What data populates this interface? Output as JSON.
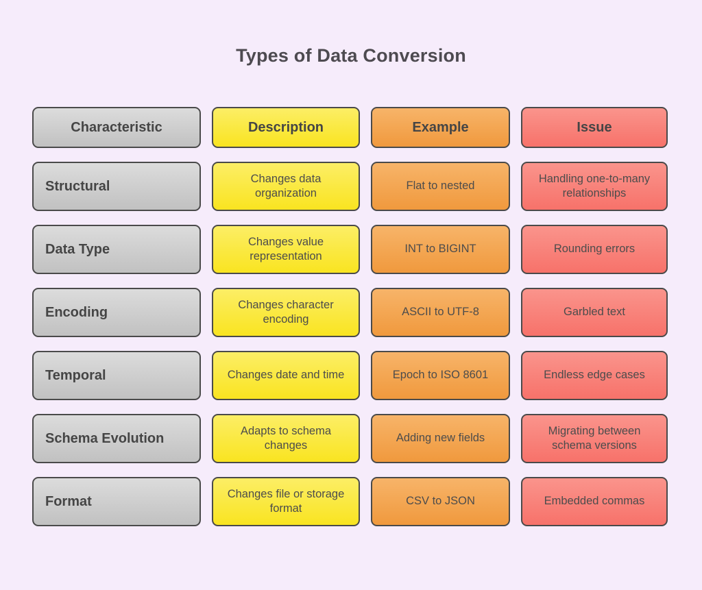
{
  "title": "Types of Data Conversion",
  "table": {
    "headers": [
      {
        "label": "Characteristic",
        "color": "gray"
      },
      {
        "label": "Description",
        "color": "yellow"
      },
      {
        "label": "Example",
        "color": "orange"
      },
      {
        "label": "Issue",
        "color": "red"
      }
    ],
    "rows": [
      {
        "characteristic": "Structural",
        "description": "Changes data organization",
        "example": "Flat to nested",
        "issue": "Handling one-to-many relationships"
      },
      {
        "characteristic": "Data Type",
        "description": "Changes value representation",
        "example": "INT to BIGINT",
        "issue": "Rounding errors"
      },
      {
        "characteristic": "Encoding",
        "description": "Changes character encoding",
        "example": "ASCII to UTF-8",
        "issue": "Garbled text"
      },
      {
        "characteristic": "Temporal",
        "description": "Changes date and time",
        "example": "Epoch to ISO 8601",
        "issue": "Endless edge cases"
      },
      {
        "characteristic": "Schema Evolution",
        "description": "Adapts to schema changes",
        "example": "Adding new fields",
        "issue": "Migrating between schema versions"
      },
      {
        "characteristic": "Format",
        "description": "Changes file or storage format",
        "example": "CSV to JSON",
        "issue": "Embedded commas"
      }
    ]
  },
  "colors": {
    "background": "#f6ecfb",
    "title_text": "#4d4a50",
    "header_text": "#454545",
    "cell_text": "#4c4c4c",
    "border": "#4a4a4a",
    "gray_top": "#dcdcdc",
    "gray_bottom": "#c1c1c1",
    "yellow_top": "#fcee66",
    "yellow_bottom": "#f9e420",
    "orange_top": "#f7b469",
    "orange_bottom": "#f0993d",
    "red_top": "#fa948c",
    "red_bottom": "#f7726a"
  }
}
